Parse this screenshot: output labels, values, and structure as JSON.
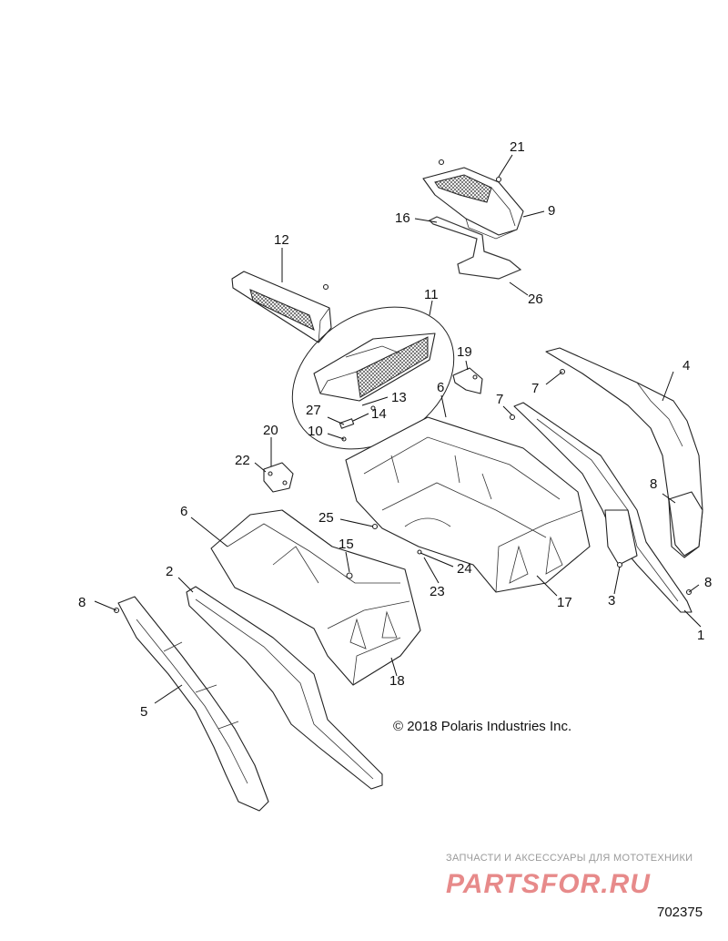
{
  "diagram": {
    "callouts": [
      {
        "id": "c21",
        "label": "21"
      },
      {
        "id": "c9",
        "label": "9"
      },
      {
        "id": "c16",
        "label": "16"
      },
      {
        "id": "c26",
        "label": "26"
      },
      {
        "id": "c12",
        "label": "12"
      },
      {
        "id": "c11",
        "label": "11"
      },
      {
        "id": "c19",
        "label": "19"
      },
      {
        "id": "c4",
        "label": "4"
      },
      {
        "id": "c7a",
        "label": "7"
      },
      {
        "id": "c7b",
        "label": "7"
      },
      {
        "id": "c6a",
        "label": "6"
      },
      {
        "id": "c13",
        "label": "13"
      },
      {
        "id": "c27",
        "label": "27"
      },
      {
        "id": "c14",
        "label": "14"
      },
      {
        "id": "c10",
        "label": "10"
      },
      {
        "id": "c20",
        "label": "20"
      },
      {
        "id": "c22",
        "label": "22"
      },
      {
        "id": "c8a",
        "label": "8"
      },
      {
        "id": "c6b",
        "label": "6"
      },
      {
        "id": "c25",
        "label": "25"
      },
      {
        "id": "c15",
        "label": "15"
      },
      {
        "id": "c24",
        "label": "24"
      },
      {
        "id": "c23",
        "label": "23"
      },
      {
        "id": "c17",
        "label": "17"
      },
      {
        "id": "c3",
        "label": "3"
      },
      {
        "id": "c8b",
        "label": "8"
      },
      {
        "id": "c1",
        "label": "1"
      },
      {
        "id": "c2",
        "label": "2"
      },
      {
        "id": "c8c",
        "label": "8"
      },
      {
        "id": "c5",
        "label": "5"
      },
      {
        "id": "c18",
        "label": "18"
      }
    ],
    "copyright": "© 2018 Polaris Industries Inc.",
    "figure_id": "702375"
  },
  "watermark": {
    "tagline": "ЗАПЧАСТИ И АКСЕССУАРЫ ДЛЯ МОТОТЕХНИКИ",
    "logo": "PARTSFOR.RU"
  }
}
